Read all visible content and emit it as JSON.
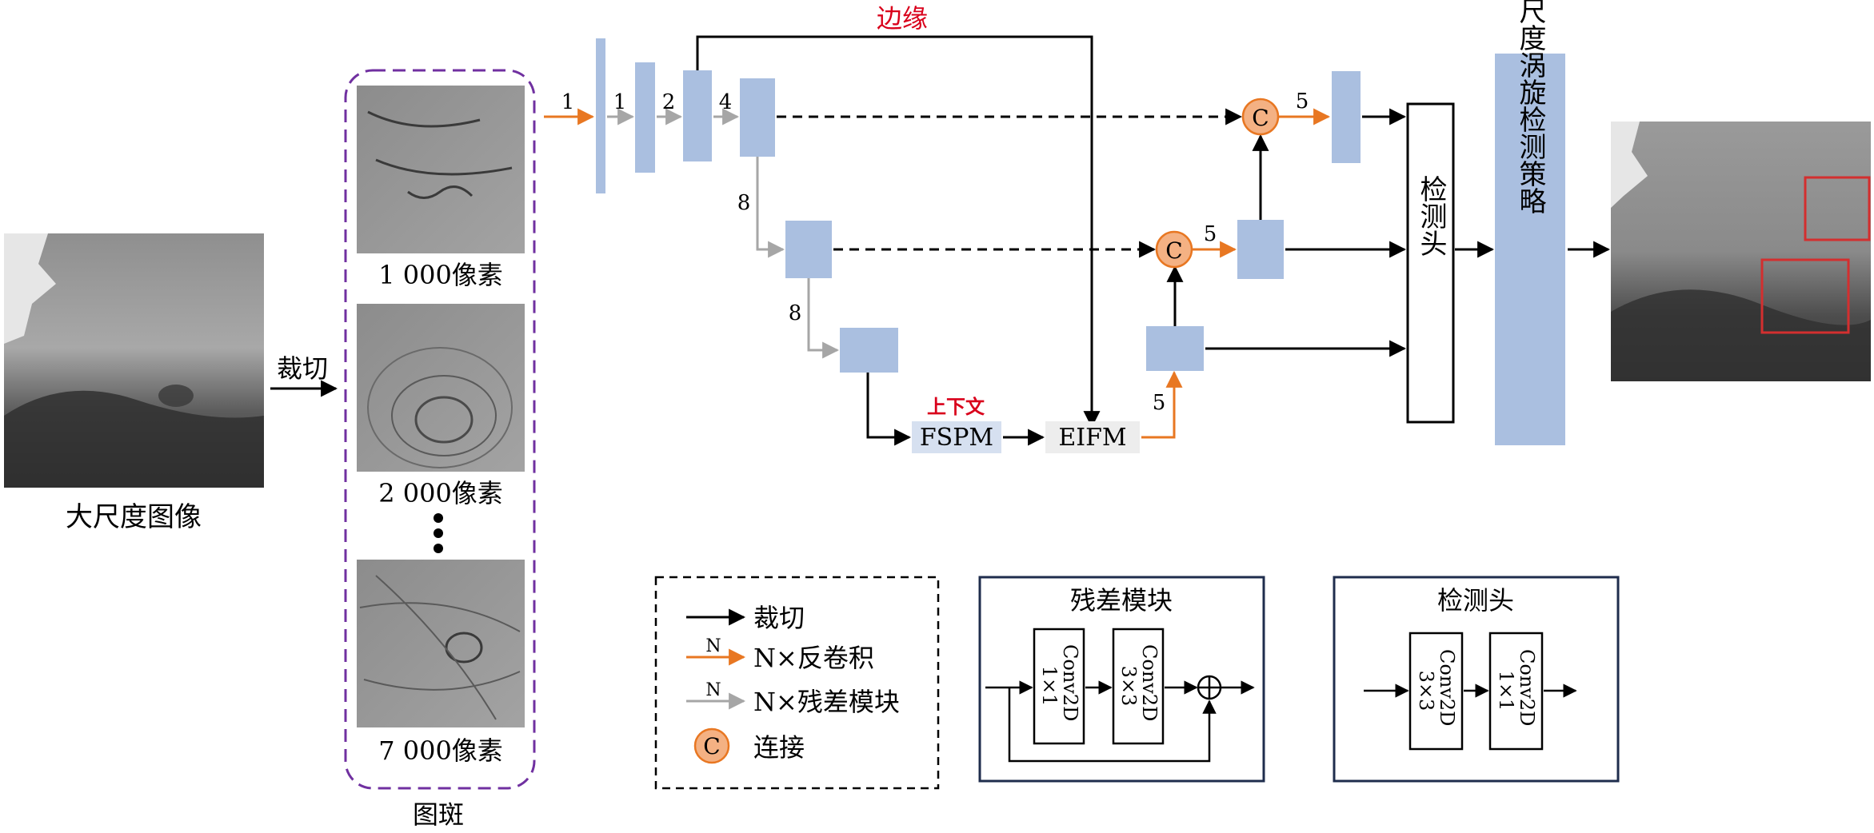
{
  "colors": {
    "block": "#aabfe0",
    "orange": "#e87722",
    "gray_arrow": "#a6a6a6",
    "concat_fill": "#f4b183",
    "concat_stroke": "#e87722",
    "red_label": "#d9001b",
    "purple": "#7030a0",
    "box_border": "#1f2d4d",
    "fspm_fill": "#d6e0f0",
    "eifm_fill": "#ededed"
  },
  "left": {
    "big_image_label": "大尺度图像",
    "crop_label": "裁切"
  },
  "patches": {
    "group_label": "图斑",
    "items": [
      {
        "label": "1 000像素",
        "icon": "ocean-eddy-patch-small"
      },
      {
        "label": "2 000像素",
        "icon": "ocean-eddy-patch-medium"
      },
      {
        "label": "7 000像素",
        "icon": "ocean-eddy-patch-large"
      }
    ],
    "ellipsis_icon": "vertical-ellipsis-icon"
  },
  "network": {
    "edge_label": "边缘",
    "context_label": "上下文",
    "fspm": "FSPM",
    "eifm": "EIFM",
    "concat_symbol": "C",
    "numbers": {
      "in": "1",
      "a": "1",
      "b": "2",
      "c": "4",
      "down1": "8",
      "down2": "8",
      "up_eifm": "5",
      "up_mid": "5",
      "up_top": "5"
    }
  },
  "detect_head_label": "检测头",
  "strategy_label": "多尺度涡旋检测策略",
  "legend": {
    "n_mark": "N",
    "items": [
      {
        "label": "裁切"
      },
      {
        "label": "N×反卷积"
      },
      {
        "label": "N×残差模块"
      },
      {
        "label": "连接"
      }
    ]
  },
  "residual_box": {
    "title": "残差模块",
    "conv1": "Conv2D",
    "conv1_k": "1×1",
    "conv2": "Conv2D",
    "conv2_k": "3×3"
  },
  "head_box": {
    "title": "检测头",
    "conv1": "Conv2D",
    "conv1_k": "3×3",
    "conv2": "Conv2D",
    "conv2_k": "1×1"
  }
}
